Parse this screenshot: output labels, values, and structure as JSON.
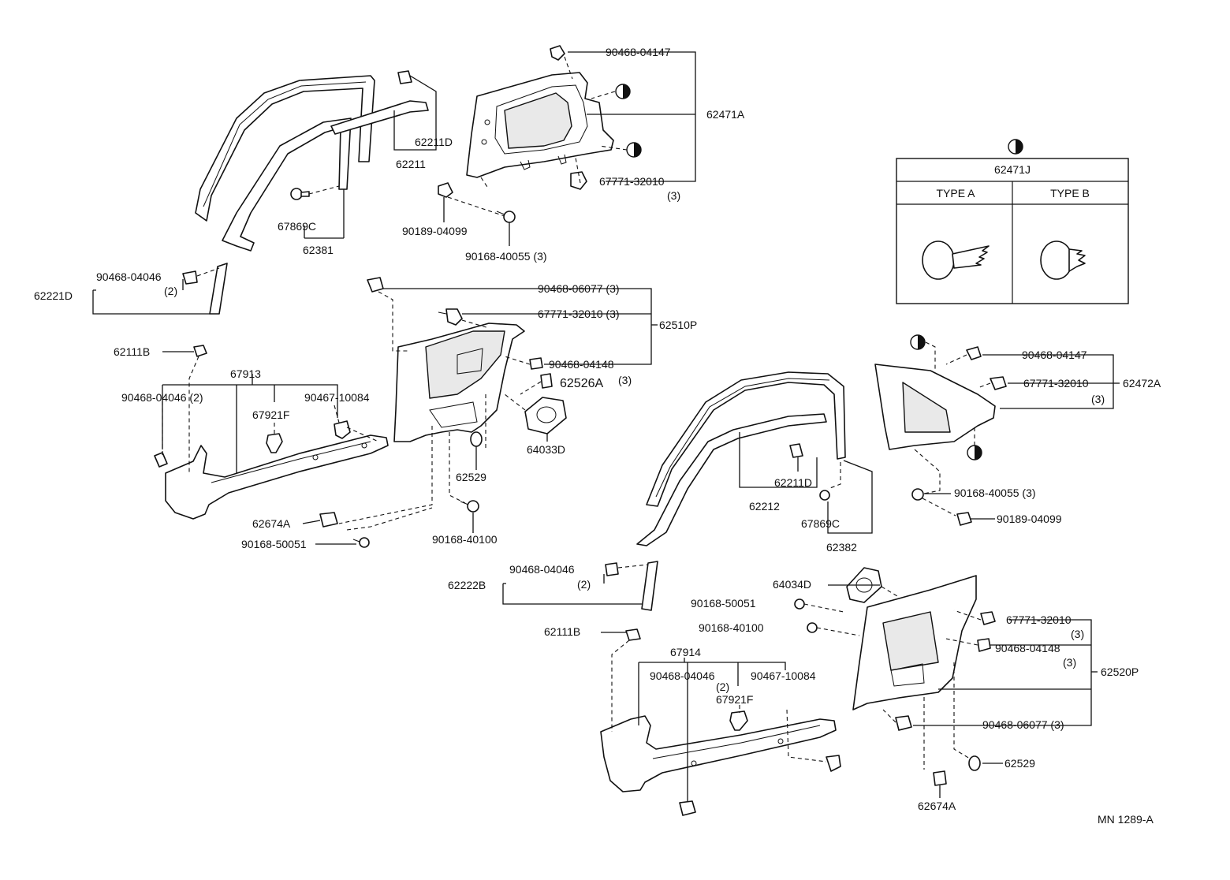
{
  "diagram": {
    "code": "MN 1289-A",
    "inset": {
      "part": "62471J",
      "type_a": "TYPE A",
      "type_b": "TYPE B"
    },
    "labels": {
      "p90468_04147_top": "90468-04147",
      "p62471A": "62471A",
      "p62211D_top": "62211D",
      "p62211": "62211",
      "p67771_32010_top": "67771-32010",
      "p67771_32010_top_qty": "(3)",
      "p90189_04099_top": "90189-04099",
      "p90168_40055_top": "90168-40055  (3)",
      "p67869C_top": "67869C",
      "p62381": "62381",
      "p62221D": "62221D",
      "p90468_04046_a": "90468-04046",
      "p90468_04046_a_qty": "(2)",
      "p90468_06077_a": "90468-06077 (3)",
      "p67771_32010_mid": "67771-32010 (3)",
      "p62510P": "62510P",
      "p62111B_top": "62111B",
      "p90468_04148_a": "90468-04148",
      "p62526A": "62526A",
      "p62526A_qty": "(3)",
      "p67913": "67913",
      "p90468_04046_b": "90468-04046 (2)",
      "p67921F_a": "67921F",
      "p90467_10084_a": "90467-10084",
      "p64033D": "64033D",
      "p62529_a": "62529",
      "p62674A_a": "62674A",
      "p90168_50051_a": "90168-50051",
      "p90168_40100_a": "90168-40100",
      "p90468_04147_r": "90468-04147",
      "p67771_32010_r": "67771-32010",
      "p62472A": "62472A",
      "p62472A_qty": "(3)",
      "p62211D_r": "62211D",
      "p62212": "62212",
      "p67869C_r": "67869C",
      "p62382": "62382",
      "p90168_40055_r": "90168-40055  (3)",
      "p90189_04099_r": "90189-04099",
      "p90468_04046_c": "90468-04046",
      "p90468_04046_c_qty": "(2)",
      "p62222B": "62222B",
      "p64034D": "64034D",
      "p90168_50051_b": "90168-50051",
      "p90168_40100_b": "90168-40100",
      "p67771_32010_b": "67771-32010",
      "p67771_32010_b_qty": "(3)",
      "p90468_04148_b": "90468-04148",
      "p90468_04148_b_qty": "(3)",
      "p62520P": "62520P",
      "p62111B_b": "62111B",
      "p67914": "67914",
      "p90468_04046_d": "90468-04046",
      "p90468_04046_d_qty": "(2)",
      "p90467_10084_b": "90467-10084",
      "p67921F_b": "67921F",
      "p90468_06077_b": "90468-06077  (3)",
      "p62529_b": "62529",
      "p62674A_b": "62674A"
    }
  }
}
